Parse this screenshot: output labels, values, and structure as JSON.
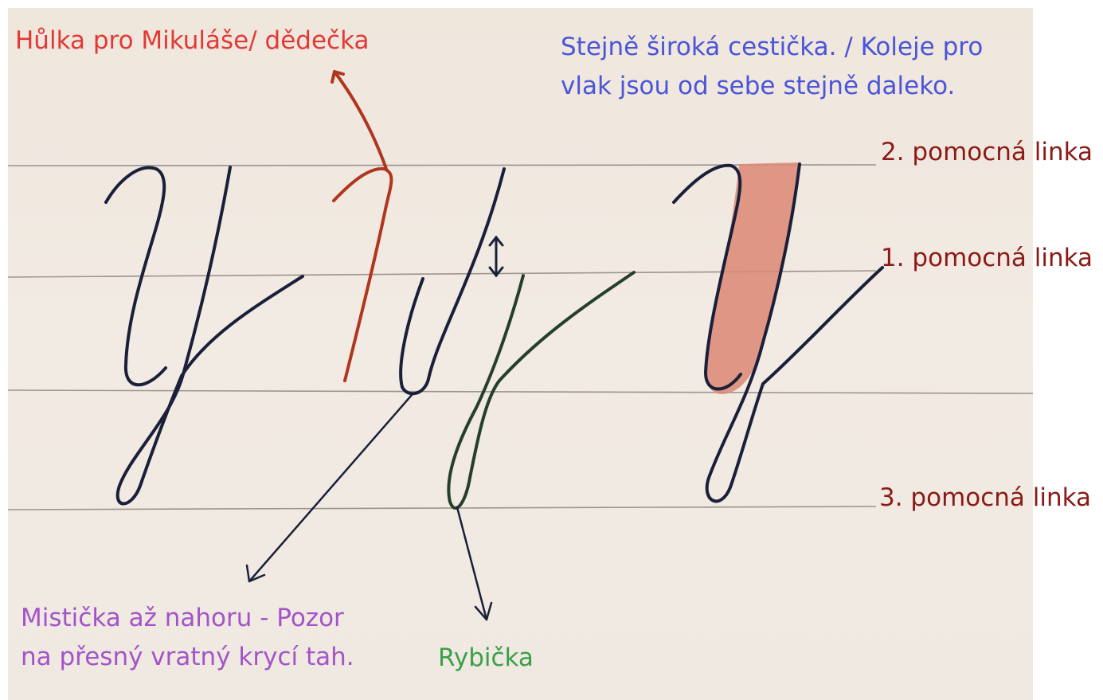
{
  "labels": {
    "cane": "Hůlka pro Mikuláše/ dědečka",
    "track_line1": "Stejně široká cestička. / Koleje pro",
    "track_line2": "vlak jsou od sebe stejně daleko.",
    "guide2": "2. pomocná linka",
    "guide1": "1. pomocná linka",
    "guide3": "3. pomocná linka",
    "bowl_line1": "Mistička až nahoru - Pozor",
    "bowl_line2": "na přesný vratný krycí tah.",
    "fish": "Rybička"
  },
  "colors": {
    "paper": "#f0e8df",
    "ruling": "#9a958f",
    "ink": "#1a1f3a",
    "cane_stroke": "#b0361f",
    "fish_stroke": "#25402a",
    "highlight": "#dc8a76",
    "label_red": "#e03a36",
    "label_blue": "#4a55d8",
    "label_dark": "#8b1a16",
    "label_violet": "#a254c8",
    "label_green": "#3aa046"
  }
}
